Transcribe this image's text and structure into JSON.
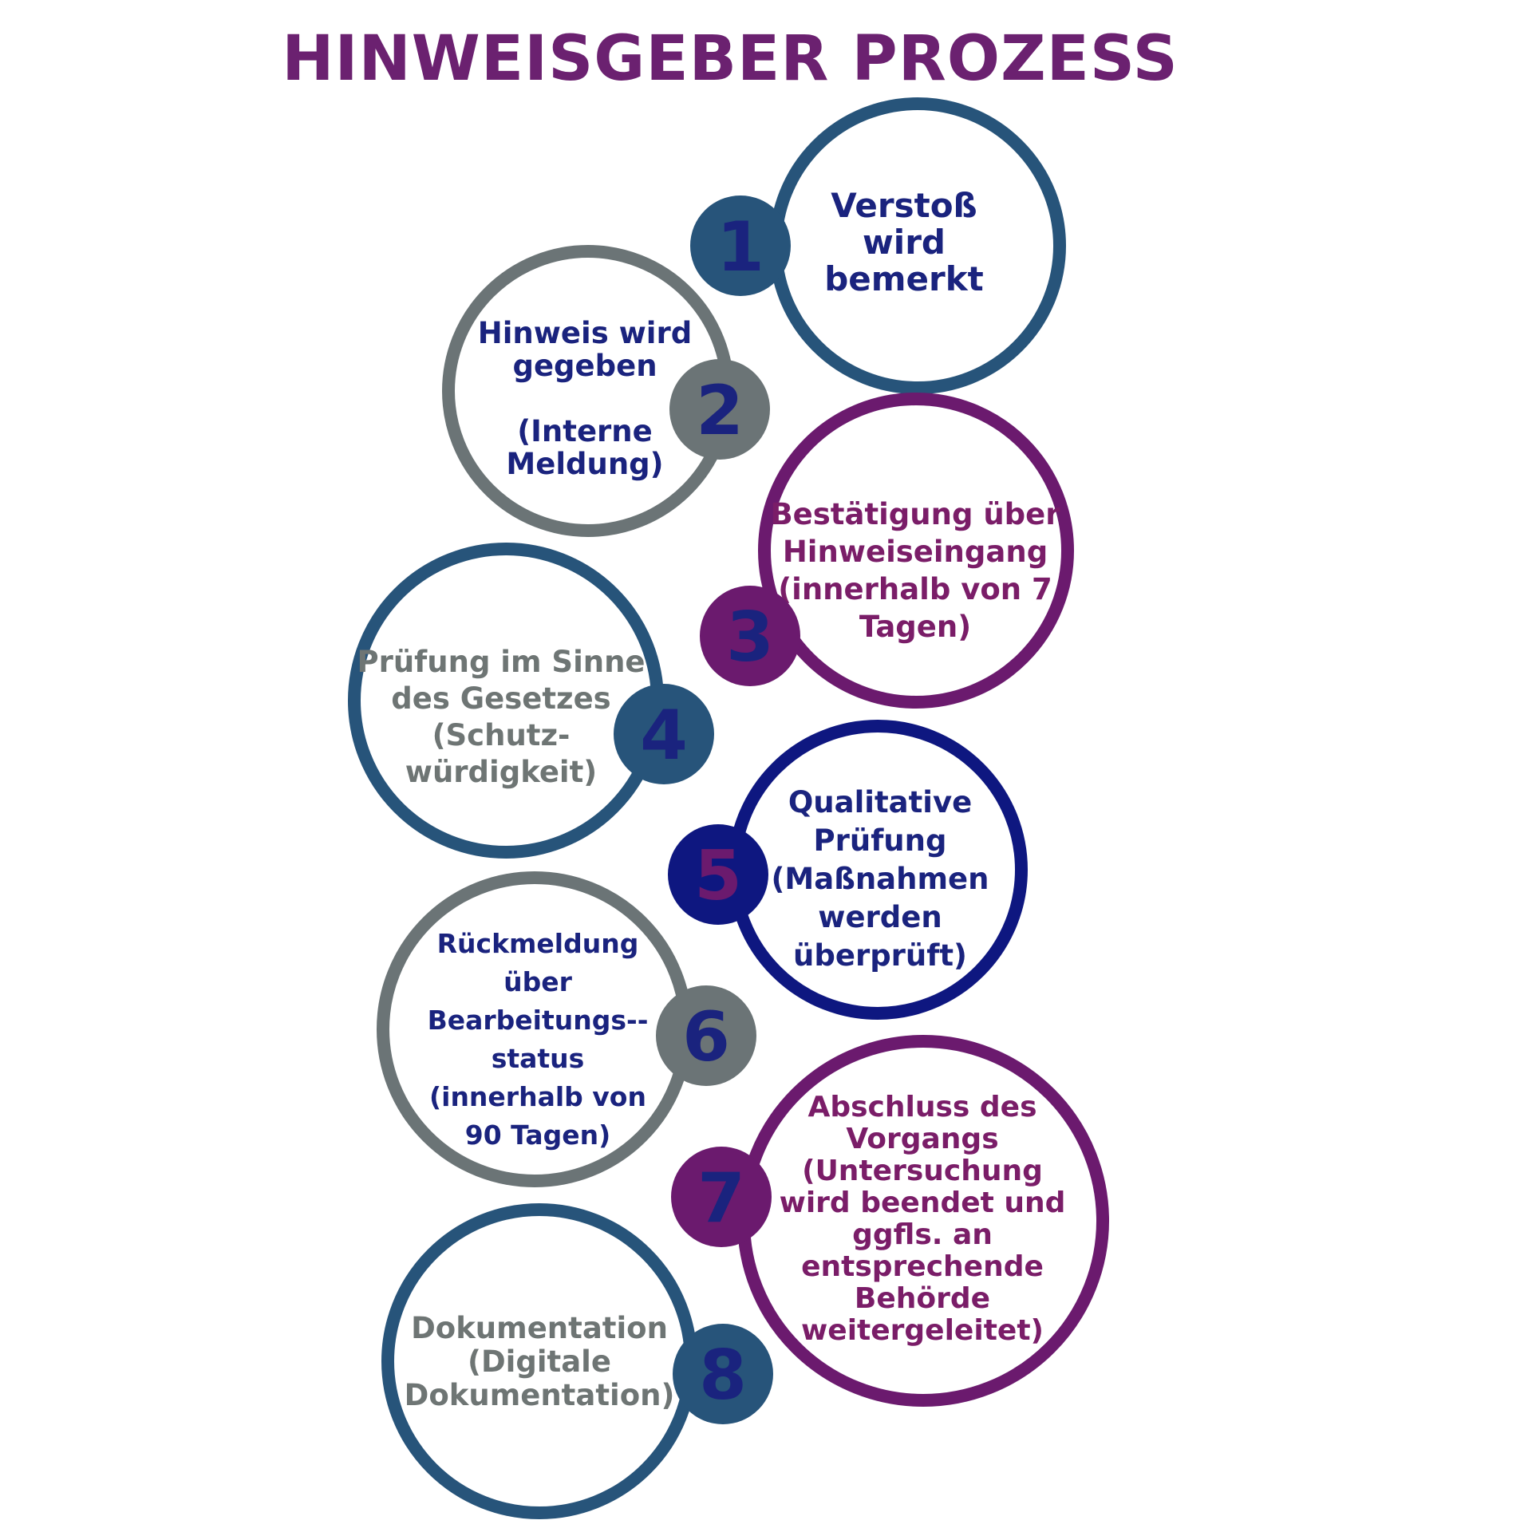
{
  "title": "HINWEISGEBER PROZESS",
  "colors": {
    "title": "#6b2170",
    "blue_ring": "#27547a",
    "gray_ring": "#6b7476",
    "purple_ring": "#6b1a6e",
    "navy_ring": "#0e1780",
    "navy_text": "#1a237e",
    "gray_text": "#6e7574",
    "magenta_text": "#7a1d68"
  },
  "steps": [
    {
      "number": "1",
      "lines": [
        "Verstoß",
        "wird",
        "bemerkt"
      ]
    },
    {
      "number": "2",
      "lines": [
        "Hinweis wird",
        "gegeben",
        "",
        "(Interne",
        "Meldung)"
      ]
    },
    {
      "number": "3",
      "lines": [
        "Bestätigung über",
        "Hinweiseingang",
        "(innerhalb von 7",
        "Tagen)"
      ]
    },
    {
      "number": "4",
      "lines": [
        "Prüfung im Sinne",
        "des Gesetzes",
        "(Schutz-",
        "würdigkeit)"
      ]
    },
    {
      "number": "5",
      "lines": [
        "Qualitative",
        "Prüfung",
        "(Maßnahmen",
        "werden",
        "überprüft)"
      ]
    },
    {
      "number": "6",
      "lines": [
        "Rückmeldung",
        "über",
        "Bearbeitungs--",
        "status",
        "(innerhalb von",
        "90 Tagen)"
      ]
    },
    {
      "number": "7",
      "lines": [
        "Abschluss des",
        "Vorgangs",
        "(Untersuchung",
        "wird beendet und",
        "ggfls. an",
        "entsprechende",
        "Behörde",
        "weitergeleitet)"
      ]
    },
    {
      "number": "8",
      "lines": [
        "Dokumentation",
        "(Digitale",
        "Dokumentation)"
      ]
    }
  ]
}
